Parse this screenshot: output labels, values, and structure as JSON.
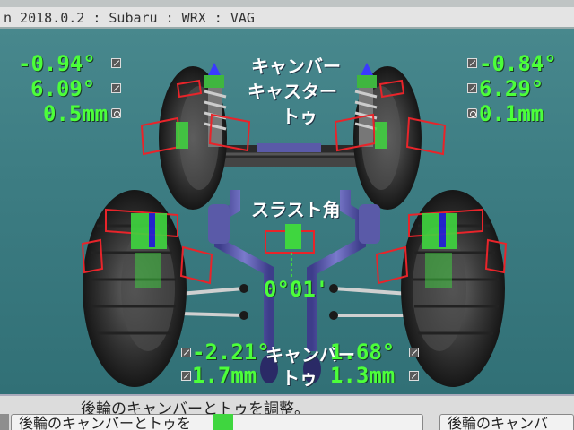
{
  "header": {
    "title": "n 2018.0.2 : Subaru : WRX : VAG"
  },
  "front": {
    "left": {
      "camber": "-0.94°",
      "caster": "6.09°",
      "toe": "0.5mm"
    },
    "right": {
      "camber": "-0.84°",
      "caster": "6.29°",
      "toe": "0.1mm"
    },
    "labels": {
      "camber": "キャンバー",
      "caster": "キャスター",
      "toe": "トゥ"
    }
  },
  "thrust": {
    "label": "スラスト角",
    "value": "0°01'"
  },
  "rear": {
    "left": {
      "camber": "-2.21°",
      "toe": "1.7mm"
    },
    "right": {
      "camber": "1.68°",
      "toe": "1.3mm"
    },
    "labels": {
      "camber": "キャンバー",
      "toe": "トゥ"
    }
  },
  "status": {
    "message": "後輪のキャンバーとトゥを調整。"
  },
  "buttons": {
    "left": "後輪のキャンバーとトゥを",
    "right": "後輪のキャンバ"
  },
  "colors": {
    "value": "#4cff3a",
    "label": "#ffffff",
    "adjust_frame": "#e8242a",
    "background": "#3d7d83"
  }
}
